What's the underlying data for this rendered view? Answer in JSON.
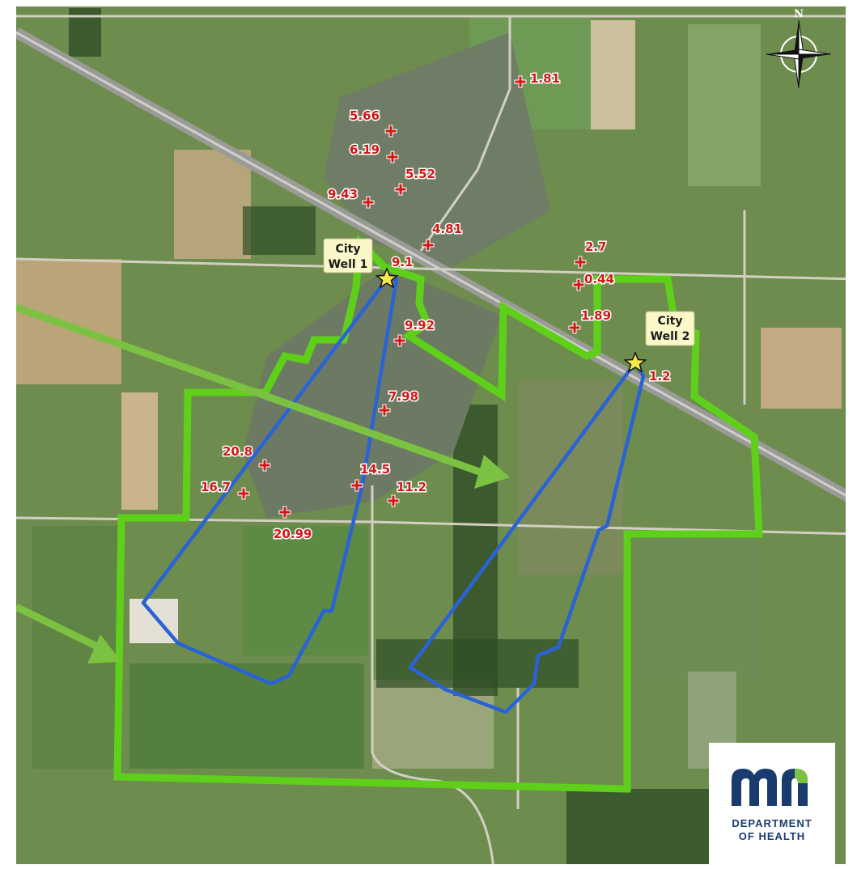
{
  "map": {
    "compass": {
      "north_label": "N"
    },
    "wells": [
      {
        "id": "well-1",
        "line1": "City",
        "line2": "Well 1"
      },
      {
        "id": "well-2",
        "line1": "City",
        "line2": "Well 2"
      }
    ],
    "samples": [
      {
        "id": "s-1-81",
        "value": "1.81"
      },
      {
        "id": "s-5-66",
        "value": "5.66"
      },
      {
        "id": "s-6-19",
        "value": "6.19"
      },
      {
        "id": "s-5-52",
        "value": "5.52"
      },
      {
        "id": "s-9-43",
        "value": "9.43"
      },
      {
        "id": "s-4-81",
        "value": "4.81"
      },
      {
        "id": "s-9-1",
        "value": "9.1"
      },
      {
        "id": "s-2-7",
        "value": "2.7"
      },
      {
        "id": "s-0-44",
        "value": "0.44"
      },
      {
        "id": "s-1-89",
        "value": "1.89"
      },
      {
        "id": "s-9-92",
        "value": "9.92"
      },
      {
        "id": "s-1-2",
        "value": "1.2"
      },
      {
        "id": "s-7-98",
        "value": "7.98"
      },
      {
        "id": "s-20-8",
        "value": "20.8"
      },
      {
        "id": "s-16-7",
        "value": "16.7"
      },
      {
        "id": "s-14-5",
        "value": "14.5"
      },
      {
        "id": "s-11-2",
        "value": "11.2"
      },
      {
        "id": "s-20-99",
        "value": "20.99"
      }
    ],
    "colors": {
      "protection_area": "#5fd01a",
      "capture_zone": "#2a63d6",
      "sample_marker": "#d01818",
      "arrow": "#7cc242",
      "well_star": "#f7e94a"
    }
  },
  "logo": {
    "line1": "DEPARTMENT",
    "line2": "OF HEALTH",
    "colors": {
      "blue": "#1a3b6e",
      "green": "#7cc242"
    }
  }
}
